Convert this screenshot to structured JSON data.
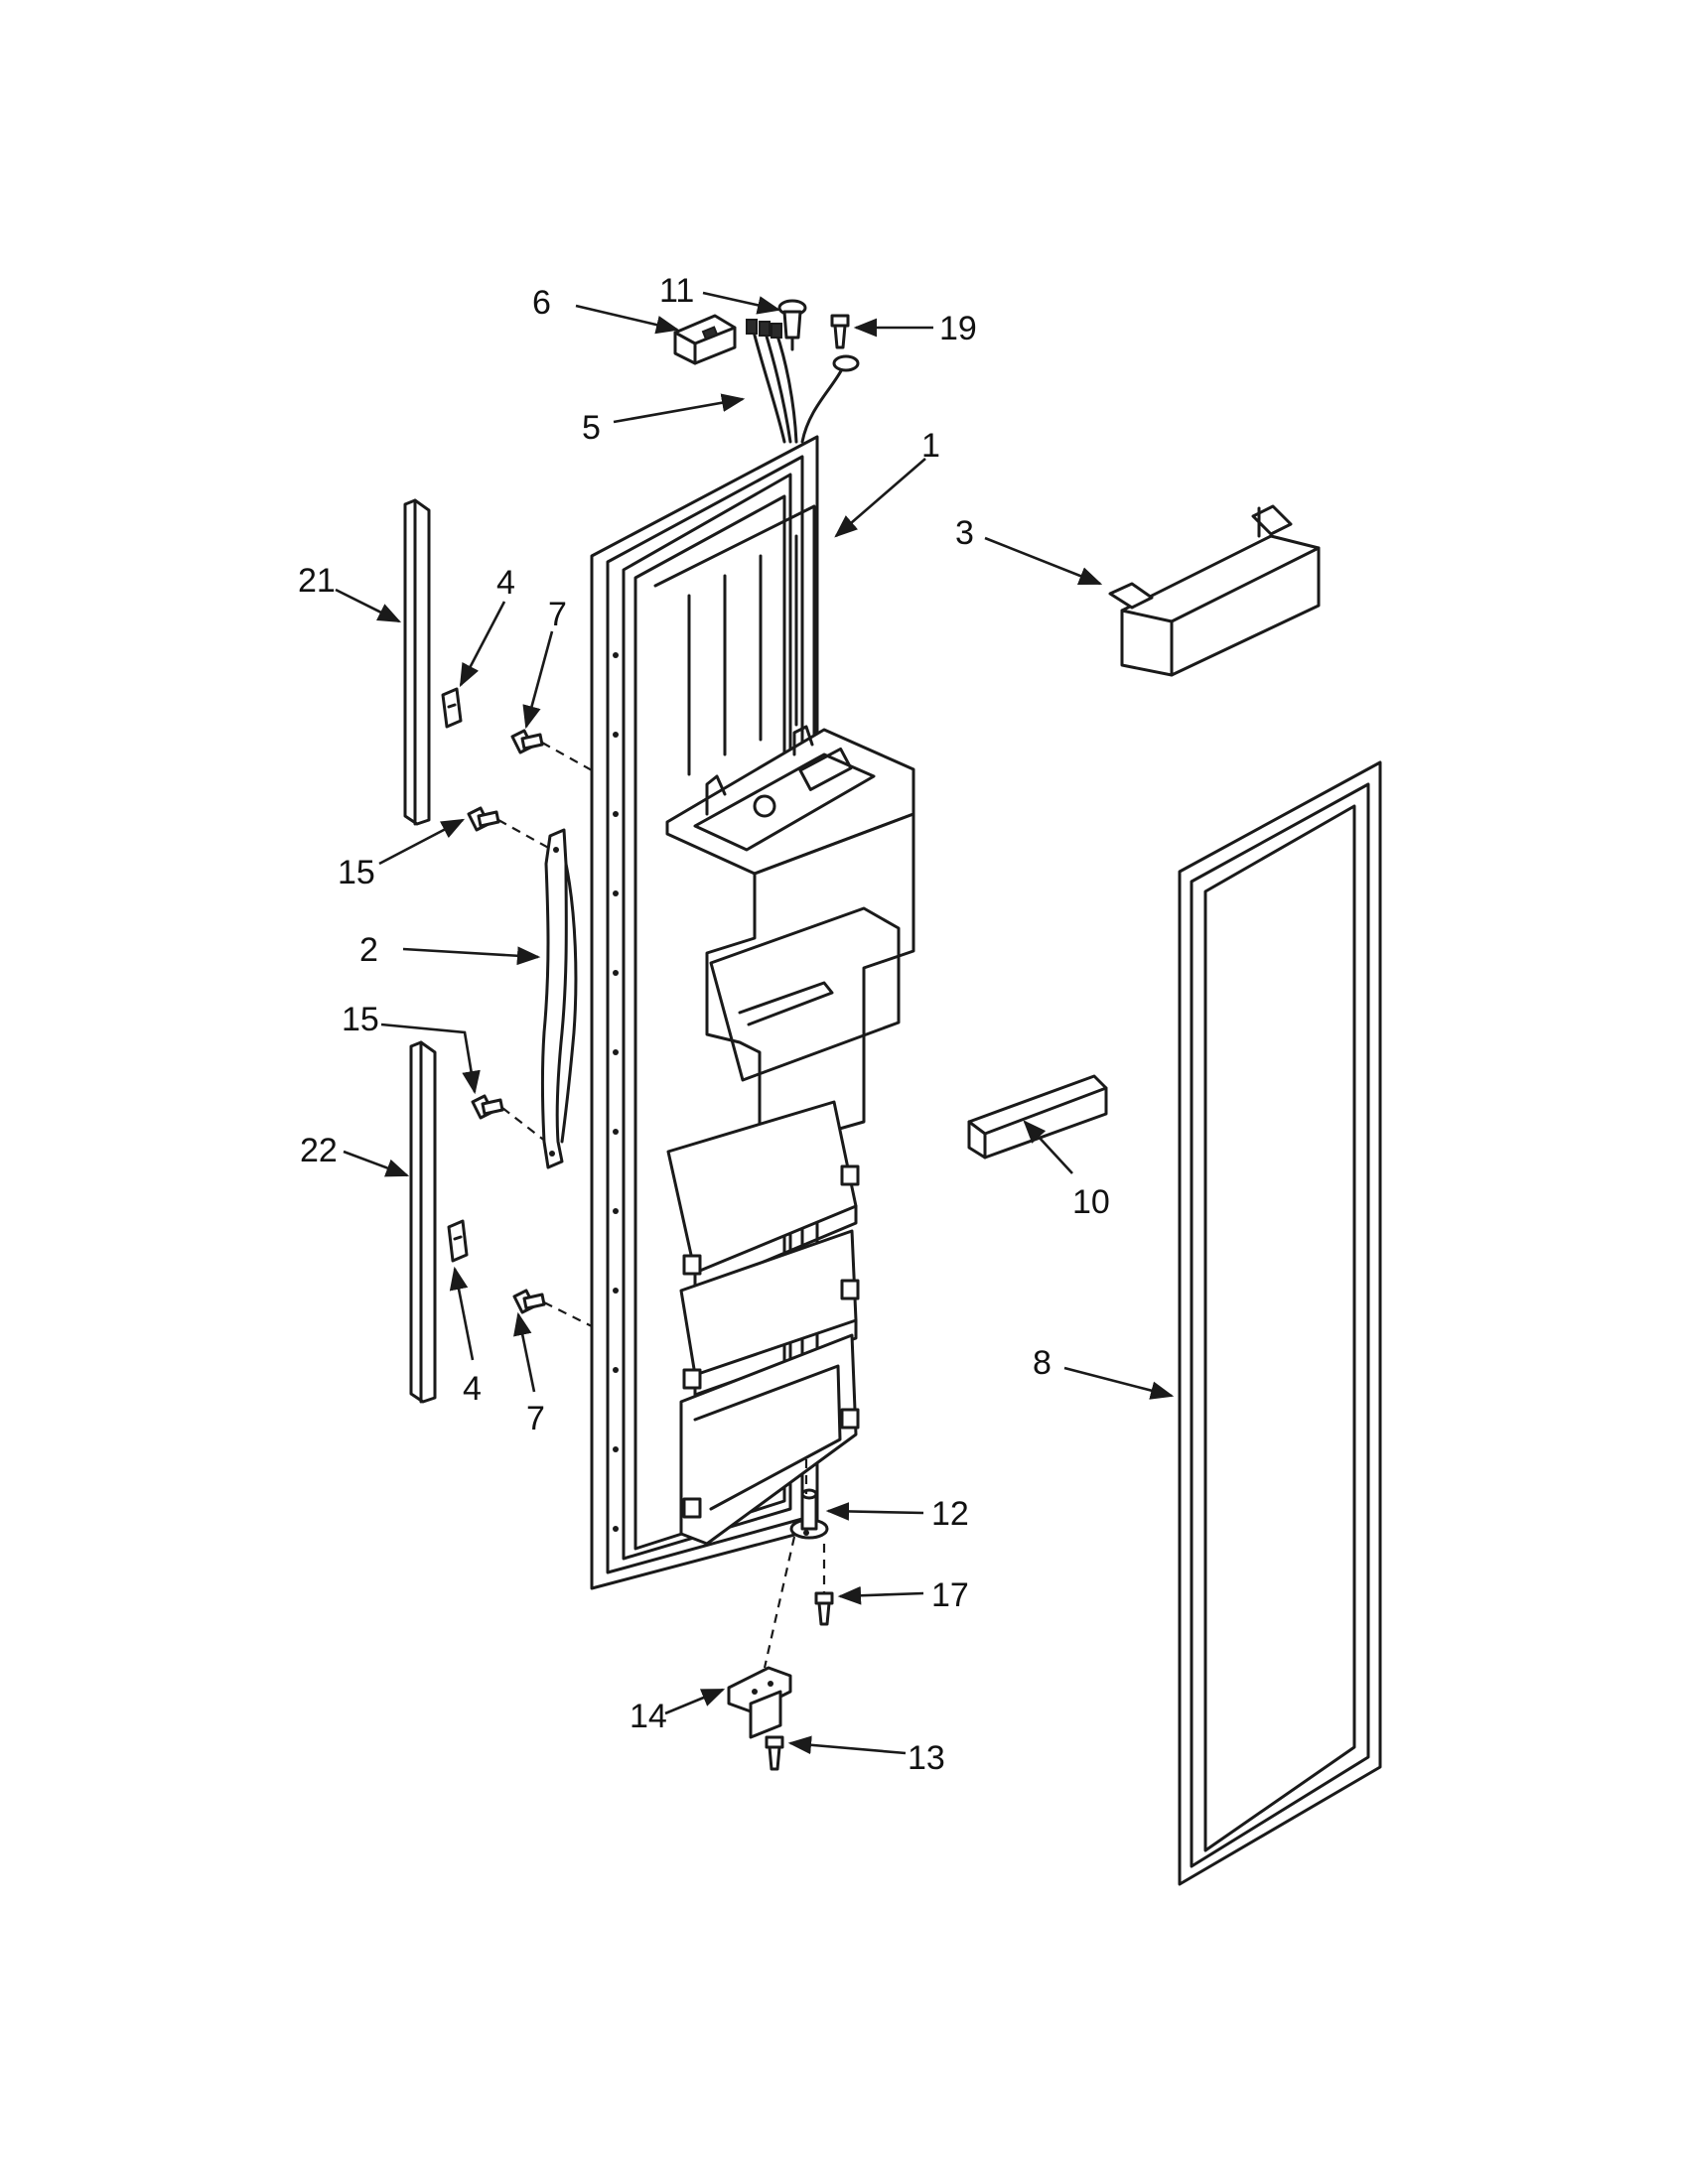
{
  "diagram": {
    "callouts": [
      {
        "id": "c6",
        "label": "6"
      },
      {
        "id": "c11",
        "label": "11"
      },
      {
        "id": "c19",
        "label": "19"
      },
      {
        "id": "c5",
        "label": "5"
      },
      {
        "id": "c1",
        "label": "1"
      },
      {
        "id": "c3",
        "label": "3"
      },
      {
        "id": "c21",
        "label": "21"
      },
      {
        "id": "c4a",
        "label": "4"
      },
      {
        "id": "c7a",
        "label": "7"
      },
      {
        "id": "c15a",
        "label": "15"
      },
      {
        "id": "c2",
        "label": "2"
      },
      {
        "id": "c15b",
        "label": "15"
      },
      {
        "id": "c22",
        "label": "22"
      },
      {
        "id": "c4b",
        "label": "4"
      },
      {
        "id": "c7b",
        "label": "7"
      },
      {
        "id": "c10",
        "label": "10"
      },
      {
        "id": "c8",
        "label": "8"
      },
      {
        "id": "c12",
        "label": "12"
      },
      {
        "id": "c17",
        "label": "17"
      },
      {
        "id": "c14",
        "label": "14"
      },
      {
        "id": "c13",
        "label": "13"
      }
    ]
  },
  "colors": {
    "line": "#1a1a1a",
    "background": "#ffffff"
  }
}
